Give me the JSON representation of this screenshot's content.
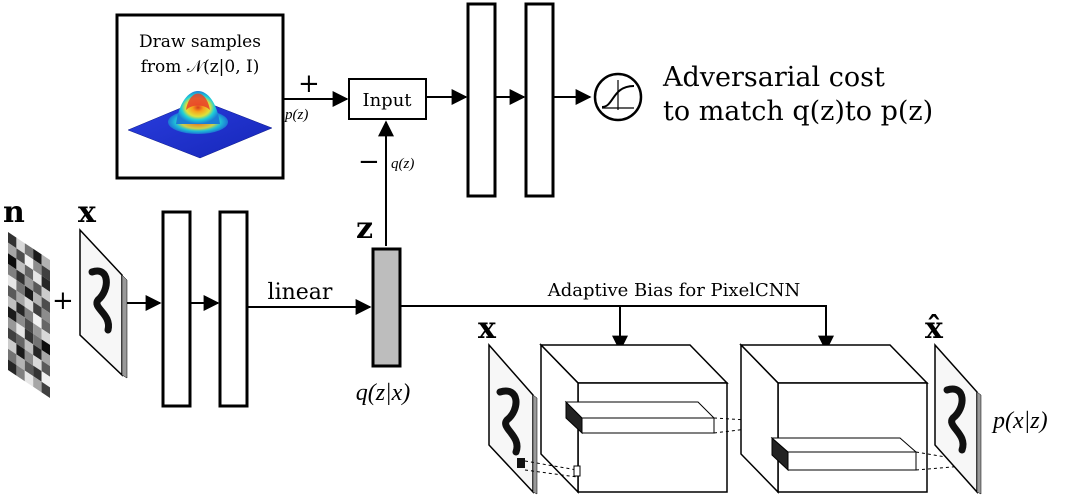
{
  "labels": {
    "sample_line1": "Draw samples",
    "sample_line2": "from 𝒩(z|0, I)",
    "plus": "+",
    "minus": "−",
    "pz": "p(z)",
    "qz": "q(z)",
    "input": "Input",
    "adv1": "Adversarial cost",
    "adv2": "to match q(z)to p(z)",
    "n": "n",
    "x_left": "x",
    "plus_small": "+",
    "linear": "linear",
    "z": "z",
    "qzx": "q(z|x)",
    "adaptive": "Adaptive Bias for PixelCNN",
    "x_right": "x",
    "xhat": "x̂",
    "pxz": "p(x|z)"
  },
  "noise_grid": [
    [
      0.2,
      0.85,
      0.45,
      0.1,
      0.7
    ],
    [
      0.65,
      0.3,
      0.95,
      0.55,
      0.25
    ],
    [
      0.05,
      0.75,
      0.4,
      0.9,
      0.15
    ],
    [
      0.5,
      0.2,
      0.6,
      0.35,
      0.8
    ],
    [
      0.9,
      0.45,
      0.1,
      0.7,
      0.3
    ],
    [
      0.35,
      0.65,
      0.85,
      0.25,
      0.55
    ],
    [
      0.75,
      0.15,
      0.5,
      0.95,
      0.4
    ],
    [
      0.1,
      0.55,
      0.3,
      0.6,
      0.85
    ],
    [
      0.6,
      0.9,
      0.2,
      0.45,
      0.05
    ],
    [
      0.25,
      0.4,
      0.75,
      0.15,
      0.65
    ],
    [
      0.8,
      0.1,
      0.55,
      0.85,
      0.35
    ],
    [
      0.45,
      0.7,
      0.35,
      0.2,
      0.95
    ],
    [
      0.15,
      0.5,
      0.9,
      0.65,
      0.25
    ]
  ],
  "colors": {
    "stroke": "#000000",
    "latent_fill": "#bdbdbd",
    "surface_low": "#1c2fd6",
    "surface_mid": "#1fd0d8",
    "surface_high": "#f7a21c"
  }
}
